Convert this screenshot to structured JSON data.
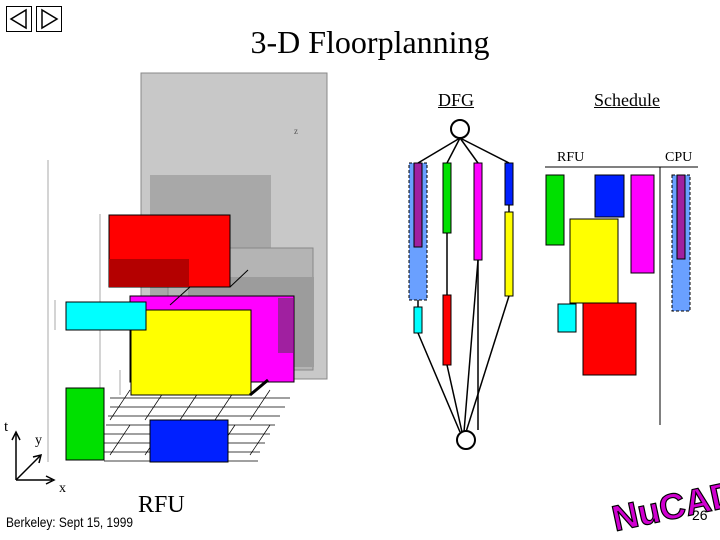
{
  "slide": {
    "title": "3-D Floorplanning",
    "footer": "Berkeley: Sept 15, 1999",
    "page_number": "26",
    "logo_text": "NuCAD"
  },
  "floorplan": {
    "axis_t": "t",
    "axis_y": "y",
    "axis_x": "x",
    "axis_z": "z",
    "bottom_label": "RFU"
  },
  "dfg": {
    "label": "DFG"
  },
  "schedule": {
    "label": "Schedule",
    "col_rfu": "RFU",
    "col_cpu": "CPU"
  },
  "colors": {
    "red": "#ff0000",
    "dark_red": "#b40000",
    "green": "#00e000",
    "blue": "#0020ff",
    "magenta": "#ff00ff",
    "yellow": "#ffff00",
    "cyan": "#00ffff",
    "light_blue": "#6aa0ff",
    "purple": "#a020a0",
    "logo": "#d000d0"
  }
}
